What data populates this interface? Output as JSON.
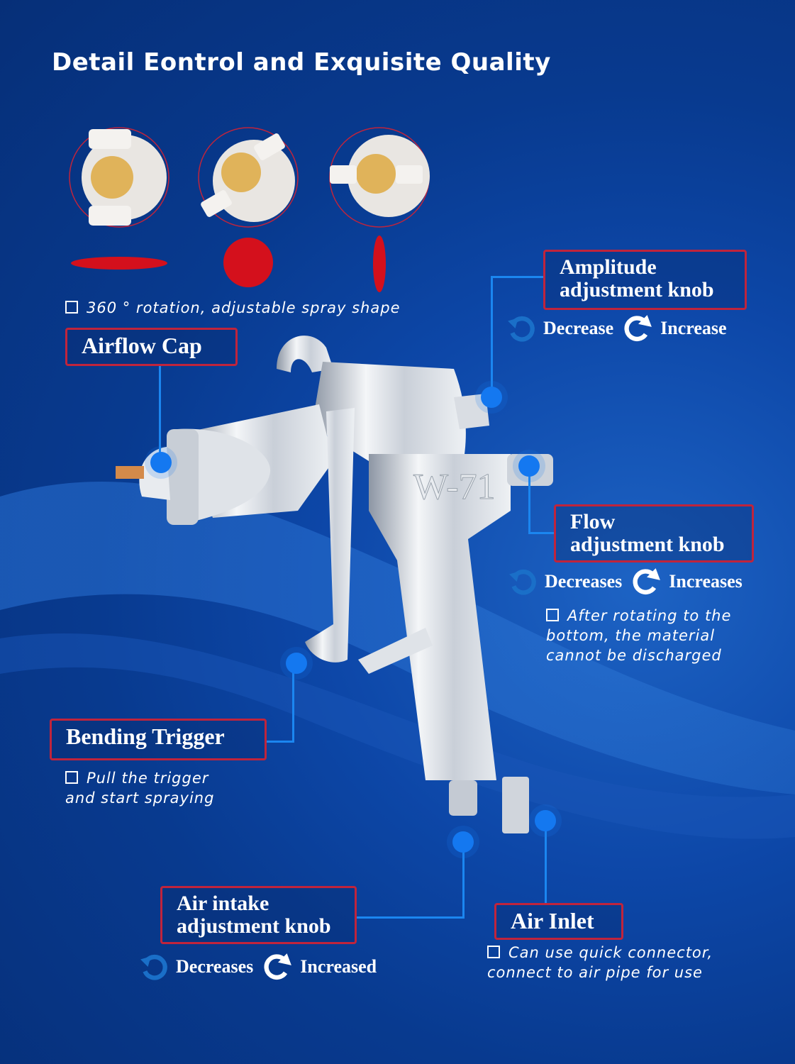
{
  "title": "Detail Eontrol and Exquisite Quality",
  "colors": {
    "accent_red": "#c0243c",
    "spray_red": "#d4101c",
    "callout_blue": "#1478f0",
    "background": "#0a3f96"
  },
  "spray_note": "360 ° rotation, adjustable spray shape",
  "gun_model": "W-71",
  "callouts": {
    "airflow_cap": {
      "label": "Airflow Cap"
    },
    "amplitude": {
      "line1": "Amplitude",
      "line2": "adjustment knob",
      "decrease": "Decrease",
      "increase": "Increase"
    },
    "flow": {
      "line1": "Flow",
      "line2": "adjustment knob",
      "decrease": "Decreases",
      "increase": "Increases",
      "note": [
        "After rotating to the",
        "bottom, the material",
        "cannot be discharged"
      ]
    },
    "trigger": {
      "label": "Bending Trigger",
      "note": [
        "Pull the trigger",
        "and start spraying"
      ]
    },
    "air_intake": {
      "line1": "Air intake",
      "line2": "adjustment knob",
      "decrease": "Decreases",
      "increase": "Increased"
    },
    "air_inlet": {
      "label": "Air Inlet",
      "note": [
        "Can use quick connector,",
        "connect to air pipe for use"
      ]
    }
  },
  "icons": {
    "decrease": "rotate-counterclockwise-icon",
    "increase": "rotate-clockwise-icon",
    "checkbox": "checkbox-icon"
  }
}
